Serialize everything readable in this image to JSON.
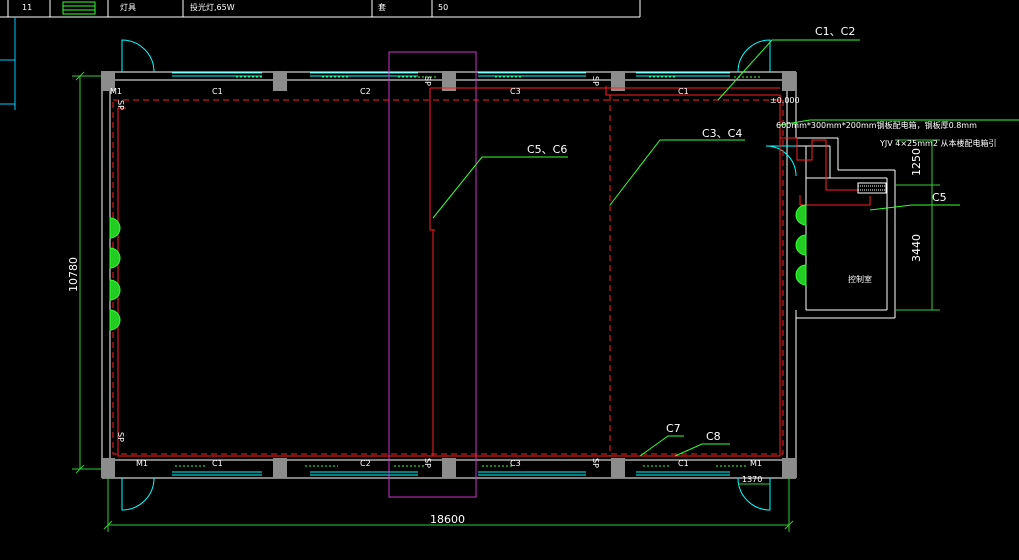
{
  "colors": {
    "background": "#000000",
    "wall": "#ffffff",
    "window": "#00ffff",
    "cable_red": "#ff2020",
    "leader_green": "#33ff33",
    "magenta": "#cc33cc",
    "lamp_green": "#22cc22",
    "column": "#8c8c8c",
    "dimension": "#33cc33"
  },
  "table": {
    "row_number": "11",
    "item_name": "灯具",
    "spec": "投光灯,65W",
    "unit": "套",
    "quantity": "50"
  },
  "labels": {
    "m1_top_left": "M1",
    "m1_bottom_left": "M1",
    "m1_bottom_right": "M1",
    "c1_top_1": "C1",
    "c2_top": "C2",
    "c3_top": "C3",
    "c1_top_2": "C1",
    "c1_bottom_1": "C1",
    "c2_bottom": "C2",
    "c3_bottom": "C3",
    "c1_bottom_2": "C1",
    "elevation": "±0.000",
    "control_room": "控制室",
    "sp_1": "SP",
    "sp_2": "SP",
    "sp_3": "SP",
    "sp_4": "SP",
    "sp_5": "SP",
    "sp_6": "SP"
  },
  "callouts": {
    "c1_c2": "C1、C2",
    "c3_c4": "C3、C4",
    "c5_c6": "C5、C6",
    "c5": "C5",
    "c7": "C7",
    "c8": "C8",
    "tray_note": "600mm*300mm*200mm钢板配电箱，钢板厚0.8mm",
    "cable_note": "YJV 4×25mm2 从本楼配电箱引"
  },
  "dimensions": {
    "total_width": "18600",
    "total_height": "10780",
    "right_upper": "1250",
    "right_lower": "3440",
    "door_width": "1370"
  }
}
